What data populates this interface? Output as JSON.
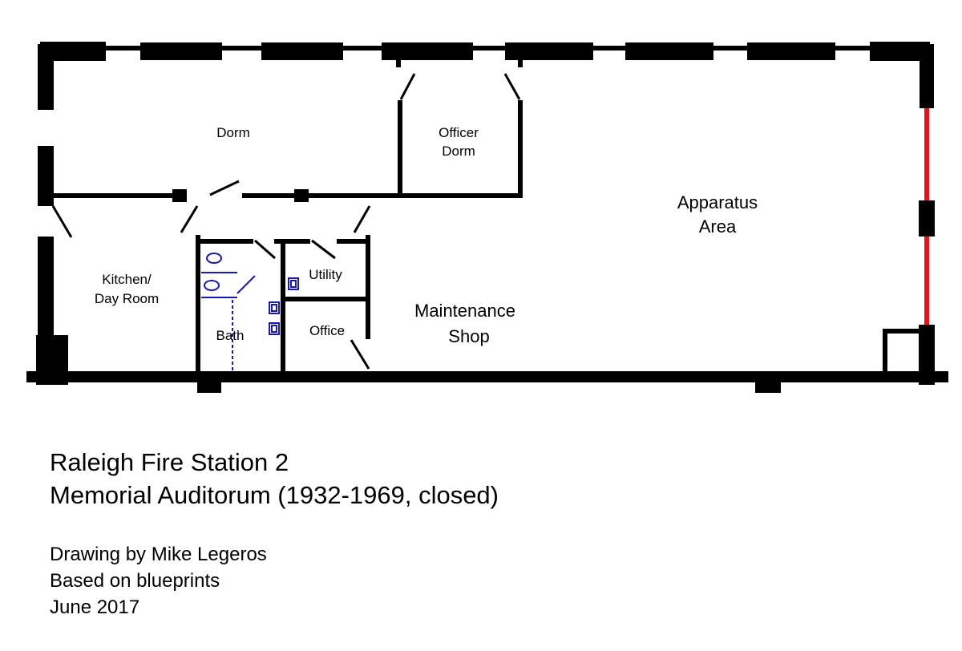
{
  "rooms": {
    "dorm": "Dorm",
    "officer_dorm": [
      "Officer",
      "Dorm"
    ],
    "apparatus_area": [
      "Apparatus",
      "Area"
    ],
    "kitchen_day_room": [
      "Kitchen/",
      "Day Room"
    ],
    "utility": "Utility",
    "bath": "Bath",
    "office": "Office",
    "maintenance_shop": [
      "Maintenance",
      "Shop"
    ]
  },
  "caption": {
    "title_lines": [
      "Raleigh Fire Station 2",
      "Memorial Auditorum (1932-1969, closed)"
    ],
    "credit_lines": [
      "Drawing by Mike Legeros",
      "Based on blueprints",
      "June 2017"
    ]
  },
  "colors": {
    "wall": "#000000",
    "bay_door": "#e8141c",
    "fixture": "#1a1aa8"
  }
}
